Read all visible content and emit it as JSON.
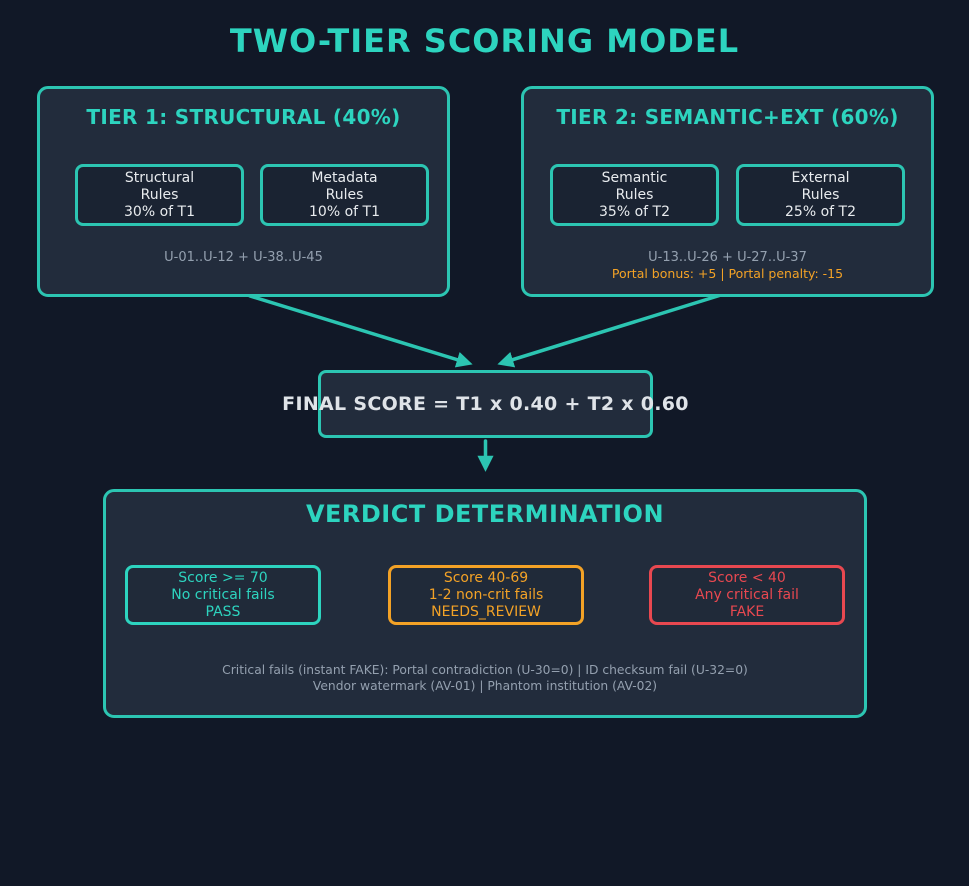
{
  "title": "TWO-TIER SCORING MODEL",
  "colors": {
    "background": "#111827",
    "panel": "#222c3c",
    "inner_panel": "#1a2332",
    "teal_accent": "#2dd4bf",
    "teal_border": "#2cc5b2",
    "text_light": "#e8ebee",
    "muted_gray": "#94a0af",
    "orange": "#f3a226",
    "red": "#e84850"
  },
  "tier1": {
    "heading": "TIER 1: STRUCTURAL (40%)",
    "box1": {
      "line1": "Structural",
      "line2": "Rules",
      "line3": "30% of T1"
    },
    "box2": {
      "line1": "Metadata",
      "line2": "Rules",
      "line3": "10% of T1"
    },
    "note": "U-01..U-12 + U-38..U-45"
  },
  "tier2": {
    "heading": "TIER 2: SEMANTIC+EXT (60%)",
    "box1": {
      "line1": "Semantic",
      "line2": "Rules",
      "line3": "35% of T2"
    },
    "box2": {
      "line1": "External",
      "line2": "Rules",
      "line3": "25% of T2"
    },
    "note": "U-13..U-26 + U-27..U-37",
    "portal_note": "Portal bonus: +5 | Portal penalty: -15"
  },
  "final_score": {
    "formula": "FINAL SCORE = T1 x 0.40 + T2 x 0.60"
  },
  "verdict": {
    "heading": "VERDICT DETERMINATION",
    "pass": {
      "line1": "Score >= 70",
      "line2": "No critical fails",
      "line3": "PASS",
      "color": "#2dd4bf"
    },
    "review": {
      "line1": "Score 40-69",
      "line2": "1-2 non-crit fails",
      "line3": "NEEDS_REVIEW",
      "color": "#f3a226"
    },
    "fake": {
      "line1": "Score < 40",
      "line2": "Any critical fail",
      "line3": "FAKE",
      "color": "#e84850"
    },
    "note_line1": "Critical fails (instant FAKE): Portal contradiction (U-30=0) | ID checksum fail (U-32=0)",
    "note_line2": "Vendor watermark (AV-01) | Phantom institution (AV-02)"
  }
}
